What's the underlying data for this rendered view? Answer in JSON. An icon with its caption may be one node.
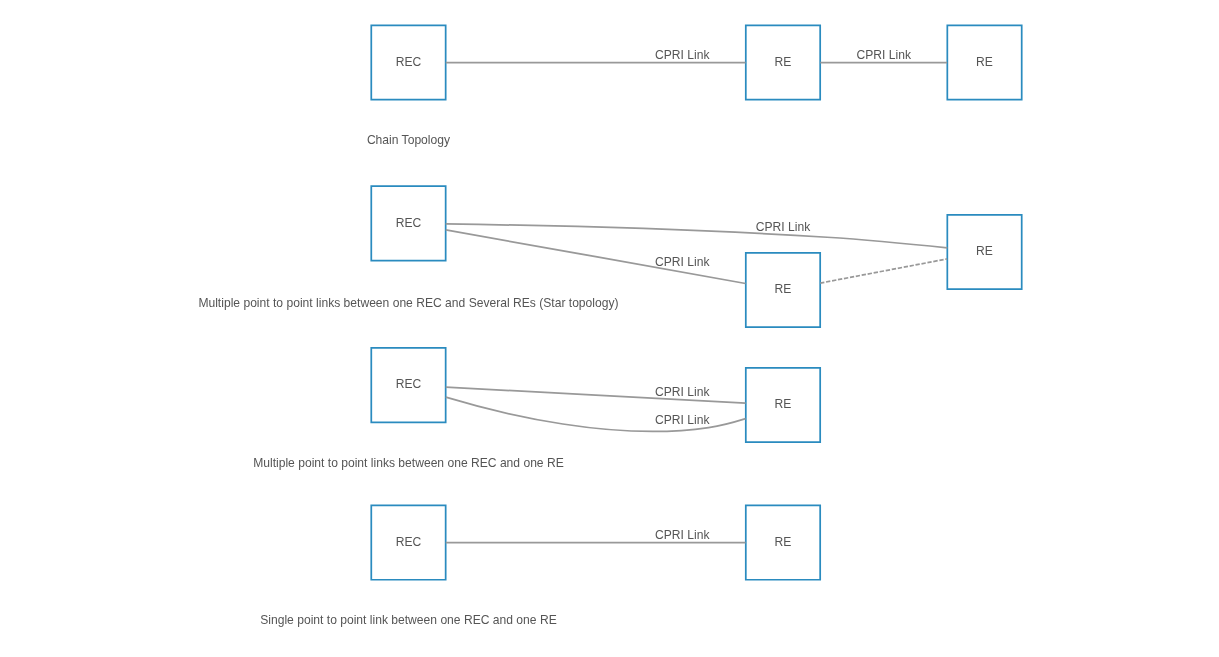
{
  "diagram": {
    "nodes": [
      {
        "text": [
          "REC"
        ]
      },
      {
        "text": [
          "RE"
        ]
      },
      {
        "text": [
          "REC"
        ]
      },
      {
        "text": [
          "RE"
        ]
      },
      {
        "text": [
          "REC"
        ]
      },
      {
        "text": [
          "RE"
        ]
      },
      {
        "text": [
          "RE"
        ]
      },
      {
        "text": [
          "REC"
        ]
      },
      {
        "text": [
          "RE"
        ]
      },
      {
        "text": [
          "RE"
        ]
      }
    ],
    "edges": [
      {
        "from": 0,
        "to": 1,
        "arrow": "none",
        "label": "CPRI Link"
      },
      {
        "from": 2,
        "to": 3,
        "arrow": "none",
        "label": "CPRI Link"
      },
      {
        "from": 2,
        "to": 3,
        "arrow": "none",
        "label": "CPRI Link"
      },
      {
        "from": 4,
        "to": 5,
        "arrow": "none",
        "label": "CPRI Link"
      },
      {
        "from": 4,
        "to": 6,
        "arrow": "none",
        "label": "CPRI Link"
      },
      {
        "from": 5,
        "to": 6,
        "arrow": "none",
        "style": "dashed"
      },
      {
        "from": 7,
        "to": 8,
        "arrow": "none",
        "label": "CPRI Link"
      },
      {
        "from": 8,
        "to": 9,
        "arrow": "none",
        "label": "CPRI Link"
      }
    ],
    "labels": [
      "Single point to point link between one REC and one RE",
      "Multiple point to point links between one REC and one RE",
      "Multiple point to point links between one REC and Several REs (Star topology)",
      "Chain Topology"
    ]
  }
}
